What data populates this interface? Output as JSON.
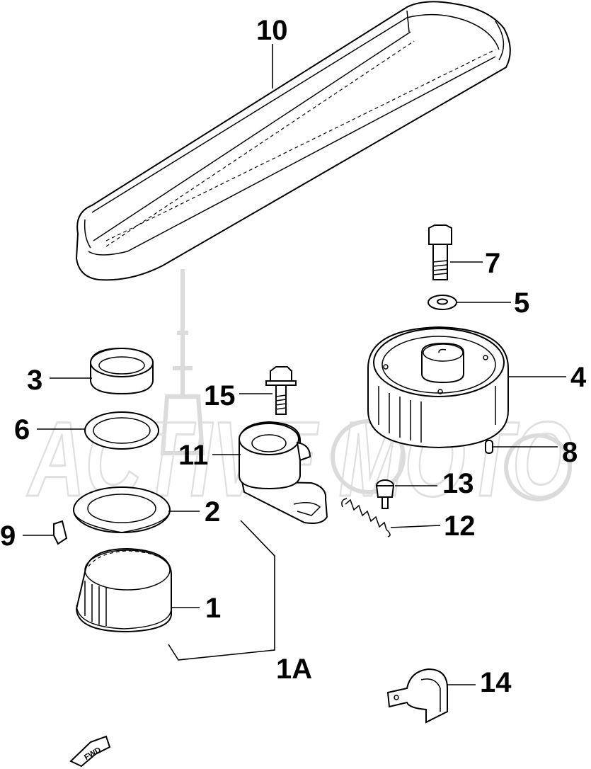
{
  "diagram": {
    "callouts": {
      "p1": "1",
      "p1a": "1A",
      "p2": "2",
      "p3": "3",
      "p4": "4",
      "p5": "5",
      "p6": "6",
      "p7": "7",
      "p8": "8",
      "p9": "9",
      "p10": "10",
      "p11": "11",
      "p12": "12",
      "p13": "13",
      "p14": "14",
      "p15": "15"
    },
    "watermark": "ACTIVE MOTO",
    "direction_arrow": "FWD"
  }
}
